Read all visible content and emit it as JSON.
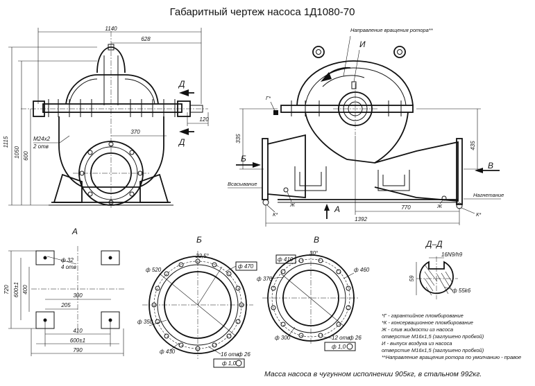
{
  "title": "Габаритный чертеж насоса 1Д1080-70",
  "front_view": {
    "dims": {
      "width_total": "1140",
      "half_width": "628",
      "height_total": "1115",
      "height_mid": "1050",
      "height_axis": "600",
      "bolt": "M24x2",
      "bolt_count": "2 отв",
      "shaft_offset": "370",
      "shaft_len": "120"
    },
    "section_mark": "Д"
  },
  "side_view": {
    "rotation_label": "Направление вращения ротора**",
    "mark_I": "И",
    "mark_G": "Г*",
    "mark_Zh_left": "Ж",
    "mark_Zh_right": "Ж",
    "mark_K_left": "К*",
    "mark_K_right": "К*",
    "suction": "Всасывание",
    "discharge": "Нагнетание",
    "arrow_B": "Б",
    "arrow_V": "В",
    "arrow_A": "А",
    "dims": {
      "d335": "335",
      "d435": "435",
      "d770": "770",
      "d1392": "1392"
    }
  },
  "view_A": {
    "label": "А",
    "hole": "ф 32",
    "hole_count": "4 отв",
    "dims": {
      "d720": "720",
      "d600": "600±1",
      "d400": "400",
      "d300": "300",
      "d205": "205",
      "d410": "410",
      "d600b": "600±1",
      "d790": "790"
    }
  },
  "view_B": {
    "label": "Б",
    "angle": "22,5°",
    "d520": "ф 520",
    "d470": "ф 470",
    "d350": "ф 350",
    "d430": "ф 430",
    "holes": "16 отв",
    "hole_d": "ф 26",
    "tol": "ф 1,0"
  },
  "view_V": {
    "label": "В",
    "angle": "30°",
    "d410": "ф 410",
    "d370": "ф 370",
    "d460": "ф 460",
    "d300": "ф 300",
    "holes": "12 отв",
    "hole_d": "ф 26",
    "tol": "ф 1,0"
  },
  "section_DD": {
    "label": "Д–Д",
    "key": "16N9/h9",
    "depth": "59",
    "shaft": "ф 55k6"
  },
  "notes": [
    "*Г - гарантийное пломбирование",
    "*К - консервационное пломбирование",
    "Ж - слив жидкости из насоса",
    "отверстие М16х1,5 (заглушено пробкой)",
    "И - выпуск воздуха из насоса",
    "отверстие М16х1,5 (заглушено пробкой)",
    "**Направление вращения ротора по умолчанию - правое"
  ],
  "mass_note": "Масса насоса в чугунном исполнении 905кг, в стальном 992кг."
}
